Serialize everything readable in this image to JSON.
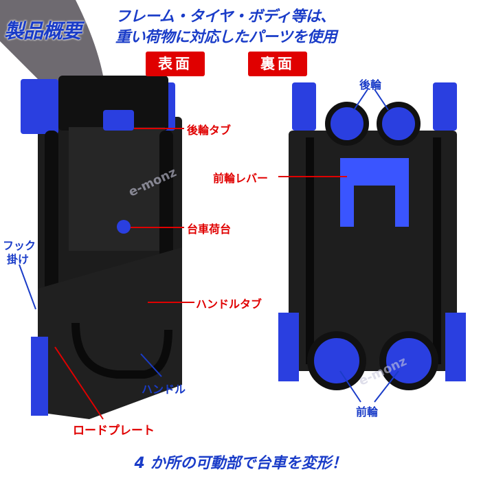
{
  "header": {
    "section_title": "製品概要",
    "headline_line1": "フレーム・タイヤ・ボディ等は、",
    "headline_line2": "重い荷物に対応したパーツを使用"
  },
  "views": {
    "front_label": "表面",
    "back_label": "裏面"
  },
  "front_callouts": {
    "rear_wheel_tab": "後輪タブ",
    "cart_deck": "台車荷台",
    "handle_tab": "ハンドルタブ",
    "handle": "ハンドル",
    "load_plate": "ロードプレート",
    "hook_line1": "フック",
    "hook_line2": "掛け"
  },
  "back_callouts": {
    "rear_wheel": "後輪",
    "front_wheel_lever": "前輪レバー",
    "front_wheel": "前輪"
  },
  "footer": "4 か所の可動部で台車を変形！",
  "watermark": "e-monz",
  "colors": {
    "accent_blue": "#1a3cc8",
    "accent_red": "#e00000",
    "cart_blue": "#2a3fe0",
    "cart_black": "#1a1a1a"
  }
}
